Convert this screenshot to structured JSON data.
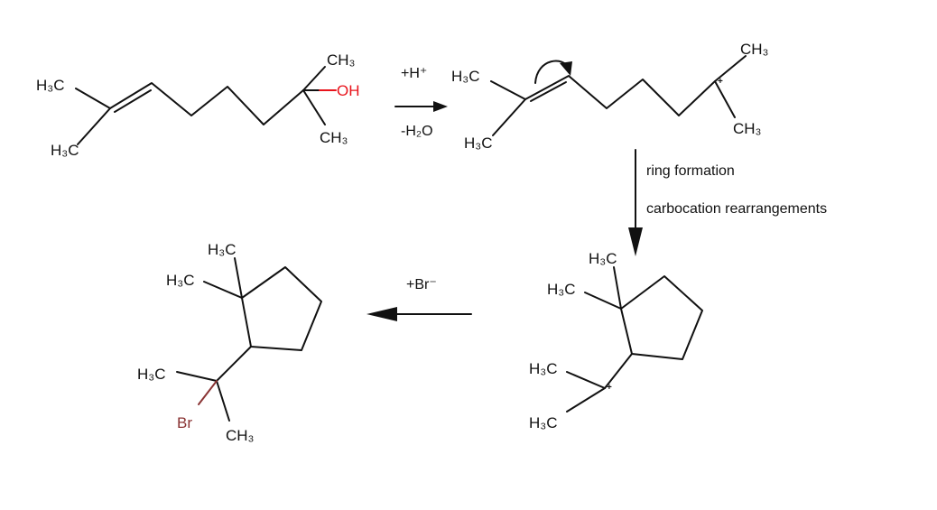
{
  "atoms": {
    "h3c": "H₃C",
    "ch3": "CH₃",
    "oh": "OH",
    "br": "Br",
    "plus": "+"
  },
  "conditions": {
    "step1_top": "+H⁺",
    "step1_bottom": "-H₂O",
    "step2_line1": "ring formation",
    "step2_line2": "carbocation rearrangements",
    "step3": "+Br⁻"
  },
  "colors": {
    "oh": "#e8141c",
    "br": "#8a3434",
    "bond": "#111111"
  }
}
